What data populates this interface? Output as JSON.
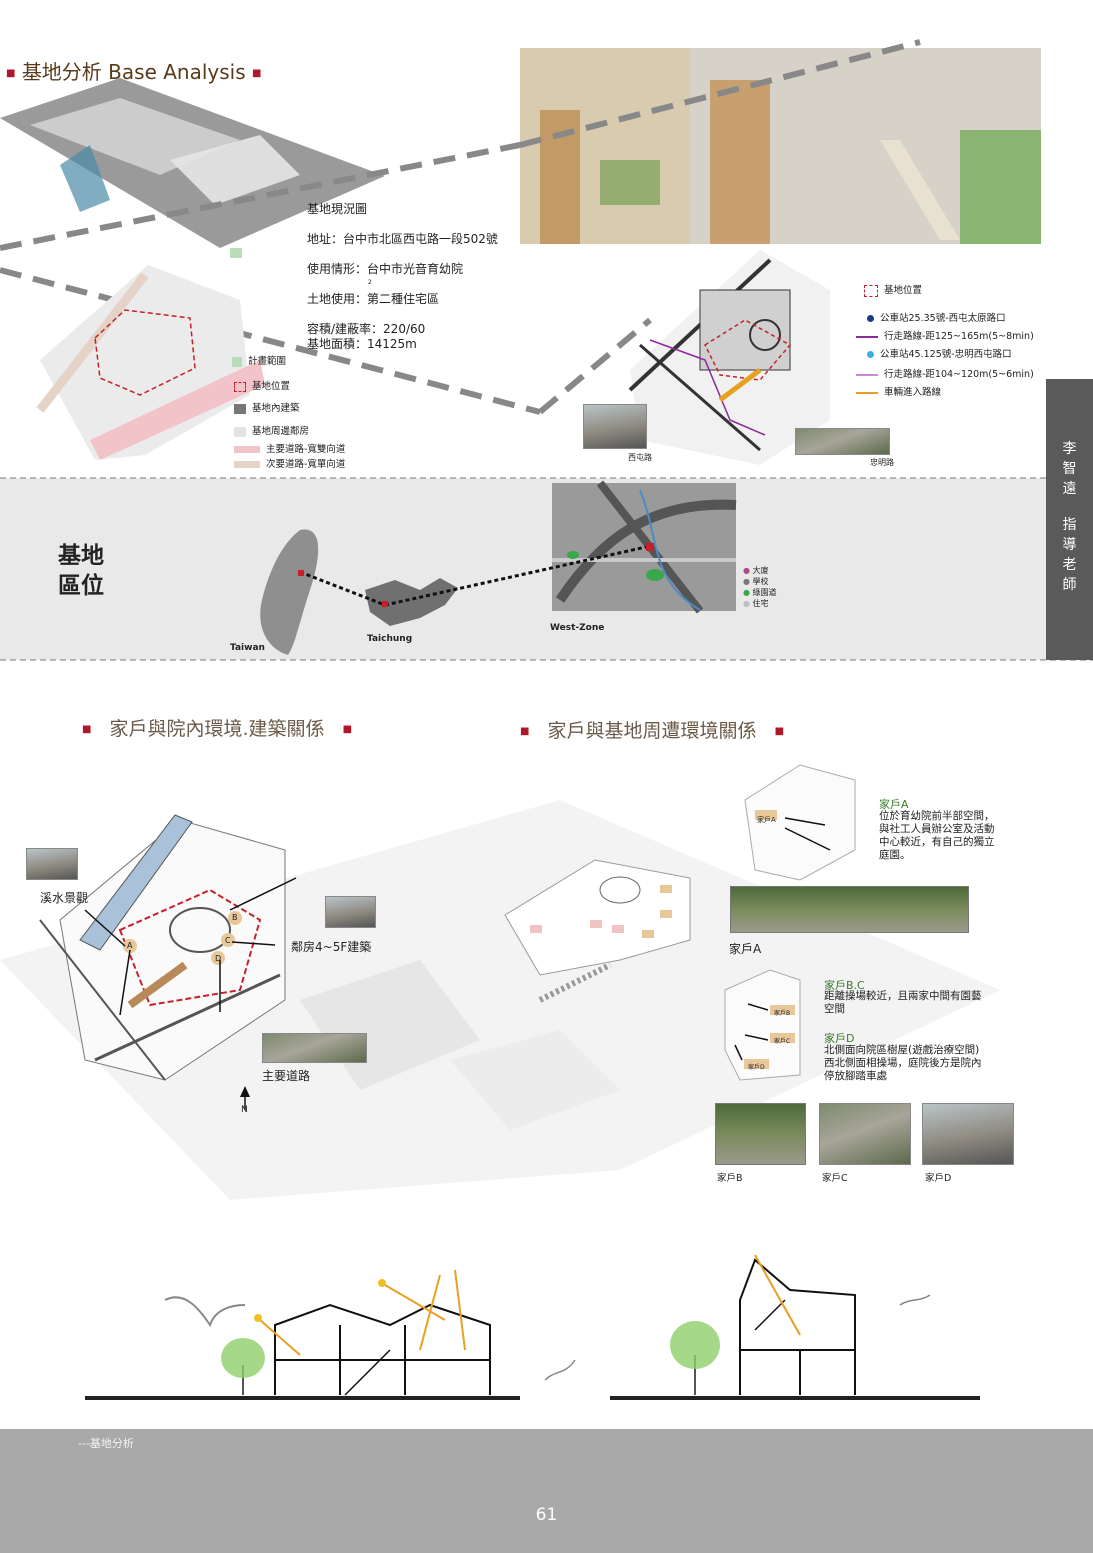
{
  "header": {
    "title": "基地分析  Base Analysis"
  },
  "site_info": {
    "line1": "基地現況圖",
    "line2": "地址：台中市北區西屯路一段502號",
    "line3": "使用情形：台中市光音育幼院",
    "line4": "土地使用：第二種住宅區",
    "line5": "容積/建蔽率：220/60",
    "line6": "基地面積：14125m",
    "superscript": "2"
  },
  "left_legend": {
    "plan_range": "計畫範圍",
    "site_location": "基地位置",
    "inner_buildings": "基地內建築",
    "neighbors": "基地周邊鄰房",
    "main_road": "主要道路-寬雙向道",
    "secondary_road": "次要道路-寬單向道"
  },
  "right_legend": {
    "site_location": "基地位置",
    "bus1": "公車站25.35號-西屯太原路口",
    "walk1": "行走路線-距125~165m(5~8min)",
    "bus2": "公車站45.125號-忠明西屯路口",
    "walk2": "行走路線-距104~120m(5~6min)",
    "vehicle": "車輛進入路線",
    "photo_left_caption": "西屯路",
    "photo_right_caption": "忠明路"
  },
  "location": {
    "title_line1": "基地",
    "title_line2": "區位",
    "taiwan": "Taiwan",
    "taichung": "Taichung",
    "west_zone": "West-Zone",
    "legend": [
      "大廈",
      "學校",
      "綠園道",
      "住宅"
    ],
    "legend_colors": [
      "#b04a8a",
      "#7a7a7a",
      "#3aa84a",
      "#bfbfbf"
    ]
  },
  "sidebar": {
    "name": [
      "李",
      "智",
      "遠"
    ],
    "advisor": [
      "指",
      "導",
      "老",
      "師"
    ]
  },
  "section2": {
    "left_title": "家戶與院內環境.建築關係",
    "right_title": "家戶與基地周遭環境關係",
    "water_view": "溪水景觀",
    "neighbor_buildings": "鄰房4~5F建築",
    "main_road": "主要道路",
    "north": "N",
    "markers": [
      "A",
      "B",
      "C",
      "D"
    ]
  },
  "households": {
    "a_title": "家戶A",
    "a_desc": [
      "位於育幼院前半部空間，",
      "與社工人員辦公室及活動",
      "中心較近，有自己的獨立",
      "庭園。"
    ],
    "a_photo_caption": "家戶A",
    "a_map_label": "家戶A",
    "bc_title": "家戶B.C",
    "bc_desc": [
      "距離操場較近，且兩家中間有園藝",
      "空間"
    ],
    "d_title": "家戶D",
    "d_desc": [
      "北側面向院區樹屋(遊戲治療空間)",
      "西北側面相操場，庭院後方是院內",
      "停放腳踏車處"
    ],
    "map_b": "家戶B",
    "map_c": "家戶C",
    "map_d": "家戶D",
    "photo_b": "家戶B",
    "photo_c": "家戶C",
    "photo_d": "家戶D"
  },
  "footer": {
    "section": "---基地分析",
    "page": "61"
  }
}
